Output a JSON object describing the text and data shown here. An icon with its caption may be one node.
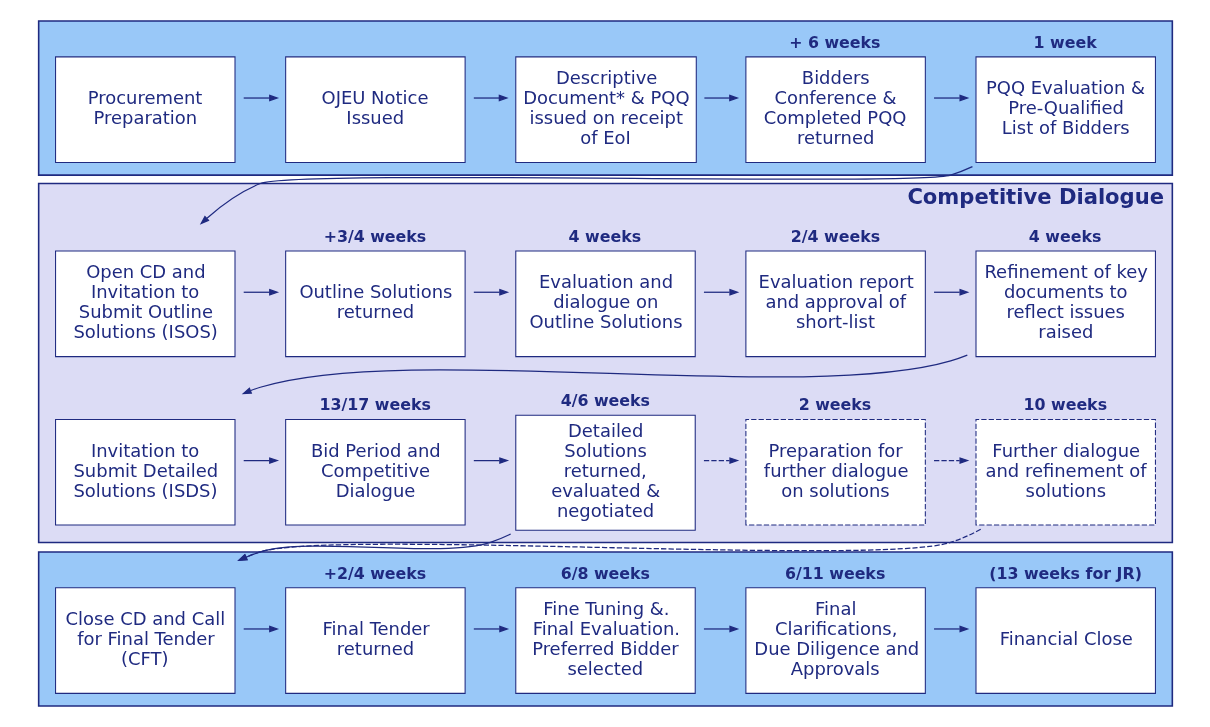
{
  "diagram": {
    "nodes": [
      {
        "text": [],
        "shape": "band"
      },
      {
        "text": [
          "Procurement Preparation"
        ],
        "in": 0
      },
      {
        "text": [
          "OJEU Notice Issued"
        ],
        "in": 0
      },
      {
        "text": [
          "Descriptive Document* & PQQ issued on receipt of EoI"
        ],
        "in": 0
      },
      {
        "text": [
          "Bidders Conference & Completed PQQ returned"
        ],
        "in": 0,
        "beside": [
          "+ 6 weeks"
        ]
      },
      {
        "text": [
          "PQQ Evaluation & Pre-Qualified List of Bidders"
        ],
        "in": 0,
        "beside": [
          "1 week"
        ]
      },
      {
        "text": [
          "Competitive Dialogue"
        ]
      },
      {
        "text": [
          "Open CD and Invitation to Submit Outline Solutions (ISOS)"
        ],
        "in": 6
      },
      {
        "text": [
          "Outline Solutions returned"
        ],
        "in": 6,
        "beside": [
          "+3/4 weeks"
        ]
      },
      {
        "text": [
          "Evaluation and dialogue on Outline Solutions"
        ],
        "in": 6,
        "beside": [
          "4 weeks"
        ]
      },
      {
        "text": [
          "Evaluation report and approval of short-list"
        ],
        "in": 6,
        "beside": [
          "2/4 weeks"
        ]
      },
      {
        "text": [
          "Refinement of key documents to reflect issues raised"
        ],
        "in": 6,
        "beside": [
          "4 weeks"
        ]
      },
      {
        "text": [
          "Invitation to Submit Detailed Solutions (ISDS)"
        ],
        "in": 6
      },
      {
        "text": [
          "Bid Period and Competitive Dialogue"
        ],
        "in": 6,
        "beside": [
          "13/17 weeks"
        ]
      },
      {
        "text": [
          "Detailed Solutions returned, evaluated & negotiated"
        ],
        "in": 6,
        "beside": [
          "4/6 weeks"
        ]
      },
      {
        "text": [
          "Preparation for further dialogue on solutions"
        ],
        "in": 6,
        "beside": [
          "2 weeks"
        ]
      },
      {
        "text": [
          "Further dialogue and refinement of solutions"
        ],
        "in": 6,
        "beside": [
          "10 weeks"
        ]
      },
      {
        "text": [],
        "shape": "band"
      },
      {
        "text": [
          "Close CD and Call for Final Tender (CFT)"
        ],
        "in": 17
      },
      {
        "text": [
          "Final Tender returned"
        ],
        "in": 17,
        "beside": [
          "+2/4 weeks"
        ]
      },
      {
        "text": [
          "Fine Tuning &. Final Evaluation. Preferred Bidder selected"
        ],
        "in": 17,
        "beside": [
          "6/8 weeks"
        ]
      },
      {
        "text": [
          "Final Clarifications, Due Diligence and Approvals"
        ],
        "in": 17,
        "beside": [
          "6/11 weeks"
        ]
      },
      {
        "text": [
          "Financial Close"
        ],
        "in": 17,
        "beside": [
          "(13 weeks for JR)"
        ]
      }
    ],
    "edges": [
      {
        "from": 1,
        "to": 2,
        "arrow": "to"
      },
      {
        "from": 2,
        "to": 3,
        "arrow": "to"
      },
      {
        "from": 3,
        "to": 4,
        "arrow": "to"
      },
      {
        "from": 4,
        "to": 5,
        "arrow": "to"
      },
      {
        "from": 5,
        "to": 7,
        "arrow": "to"
      },
      {
        "from": 7,
        "to": 8,
        "arrow": "to"
      },
      {
        "from": 8,
        "to": 9,
        "arrow": "to"
      },
      {
        "from": 9,
        "to": 10,
        "arrow": "to"
      },
      {
        "from": 10,
        "to": 11,
        "arrow": "to"
      },
      {
        "from": 11,
        "to": 12,
        "arrow": "to"
      },
      {
        "from": 12,
        "to": 13,
        "arrow": "to"
      },
      {
        "from": 13,
        "to": 14,
        "arrow": "to"
      },
      {
        "from": 14,
        "to": 15,
        "arrow": "to",
        "style": "dashed"
      },
      {
        "from": 15,
        "to": 16,
        "arrow": "to",
        "style": "dashed"
      },
      {
        "from": 14,
        "to": 18,
        "arrow": "to"
      },
      {
        "from": 16,
        "to": 18,
        "arrow": "to",
        "style": "dashed"
      },
      {
        "from": 18,
        "to": 19,
        "arrow": "to"
      },
      {
        "from": 19,
        "to": 20,
        "arrow": "to"
      },
      {
        "from": 20,
        "to": 21,
        "arrow": "to"
      },
      {
        "from": 21,
        "to": 22,
        "arrow": "to"
      }
    ]
  }
}
